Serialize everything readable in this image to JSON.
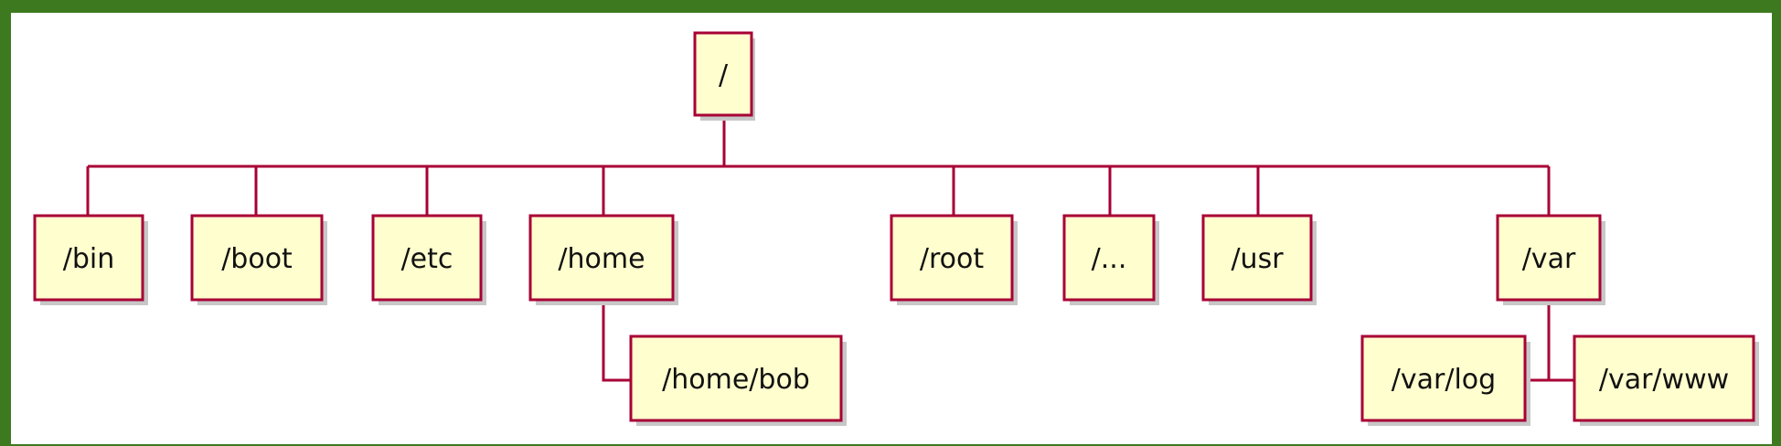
{
  "title": "",
  "nodes": {
    "root": "/",
    "bin": "/bin",
    "boot": "/boot",
    "etc": "/etc",
    "home": "/home",
    "root_dir": "/root",
    "dots": "/...",
    "usr": "/usr",
    "var": "/var",
    "home_bob": "/home/bob",
    "var_log": "/var/log",
    "var_www": "/var/www"
  },
  "colors": {
    "border": "#3d7a1f",
    "node_fill": "#fefece",
    "node_stroke": "#a80036",
    "edge": "#a80036"
  }
}
